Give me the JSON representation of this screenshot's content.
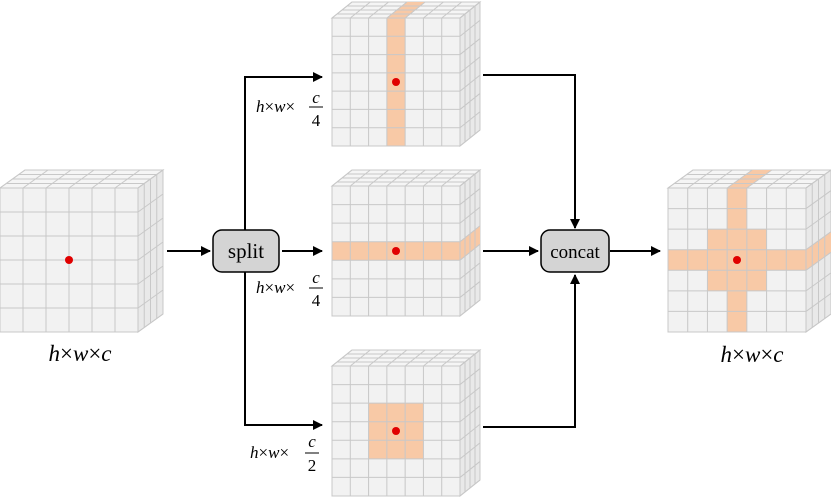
{
  "input": {
    "label_h": "h",
    "label_w": "w",
    "label_c": "c",
    "times": "×"
  },
  "output": {
    "label_h": "h",
    "label_w": "w",
    "label_c": "c",
    "times": "×"
  },
  "split_label": "split",
  "concat_label": "concat",
  "branches": [
    {
      "h": "h",
      "w": "w",
      "num": "c",
      "den": "4",
      "times": "×",
      "highlight": "vertical-strip"
    },
    {
      "h": "h",
      "w": "w",
      "num": "c",
      "den": "4",
      "times": "×",
      "highlight": "horizontal-strip"
    },
    {
      "h": "h",
      "w": "w",
      "num": "c",
      "den": "2",
      "times": "×",
      "highlight": "square"
    }
  ],
  "colors": {
    "grid_line": "#c8c8c8",
    "face_front": "#f2f2f2",
    "face_side": "#e9e9e9",
    "face_top": "#f5f5f5",
    "highlight": "#f8c9a6",
    "dot": "#e00000",
    "button_fill": "#d4d4d4",
    "arrow": "#000000"
  }
}
